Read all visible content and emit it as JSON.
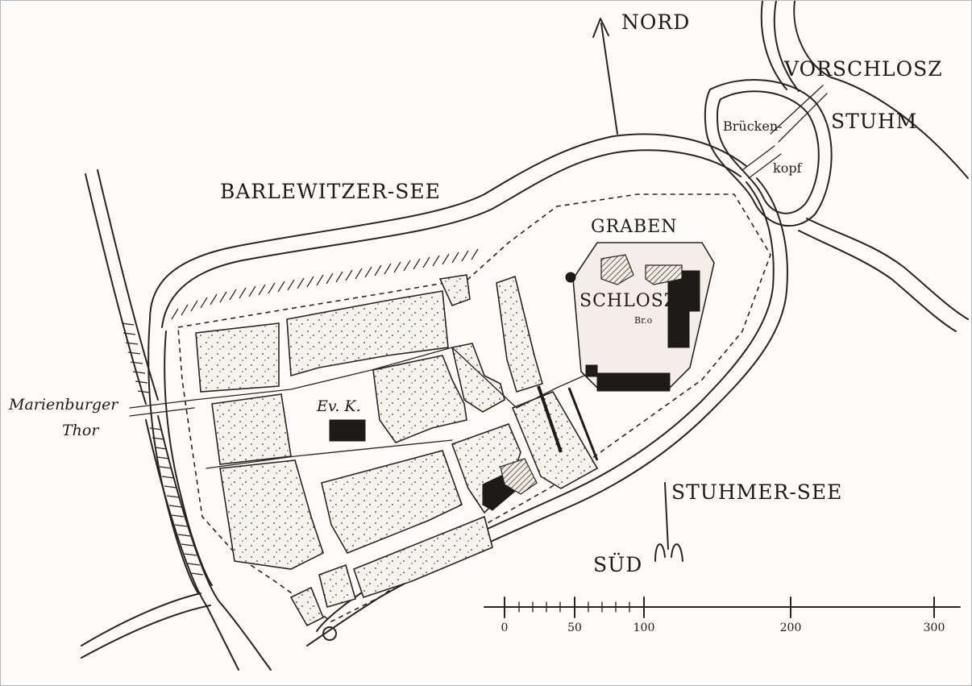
{
  "map": {
    "labels": {
      "north": "NORD",
      "south": "SÜD",
      "vorschlosz": "VORSCHLOSZ",
      "stuhm": "STUHM",
      "bruecken": "Brücken-",
      "kopf": "kopf",
      "barlewitzer_see": "BARLEWITZER-SEE",
      "graben": "GRABEN",
      "schlosz": "SCHLOSZ",
      "br": "Br.o",
      "ev_k": "Ev. K.",
      "marienburger": "Marienburger",
      "thor": "Thor",
      "stuhmer_see": "STUHMER-SEE"
    },
    "scale": {
      "ticks": [
        "0",
        "50",
        "100",
        "200",
        "300"
      ]
    },
    "colors": {
      "ink": "#2a2420",
      "paper": "#fcfbf9",
      "block_fill": "#f3efe8"
    }
  }
}
